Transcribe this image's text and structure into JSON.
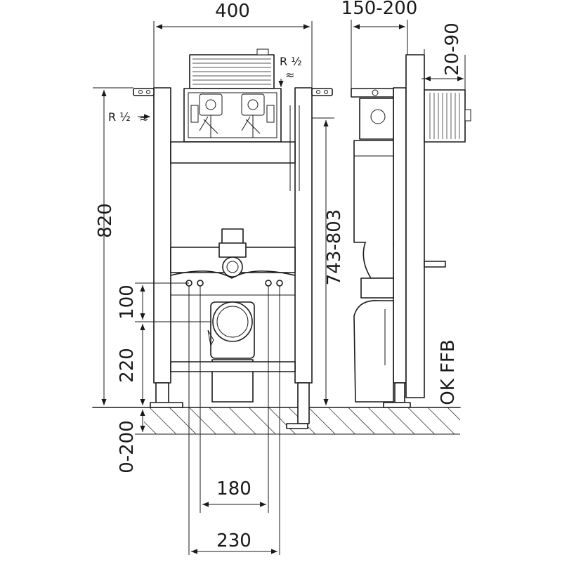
{
  "dimensions": {
    "width_top": "400",
    "depth_range": "150-200",
    "offset_range": "20-90",
    "total_height": "820",
    "adjustable_height": "743-803",
    "dist_100": "100",
    "dist_220": "220",
    "floor_adjust": "0-200",
    "bolt_spacing_inner": "180",
    "bolt_spacing_outer": "230"
  },
  "annotations": {
    "thread_top": "R ½",
    "thread_side": "R ½",
    "thread_symbol": "≈",
    "floor_reference": "OK FFB"
  },
  "colors": {
    "ink": "#1a1a1a",
    "background": "#ffffff"
  }
}
